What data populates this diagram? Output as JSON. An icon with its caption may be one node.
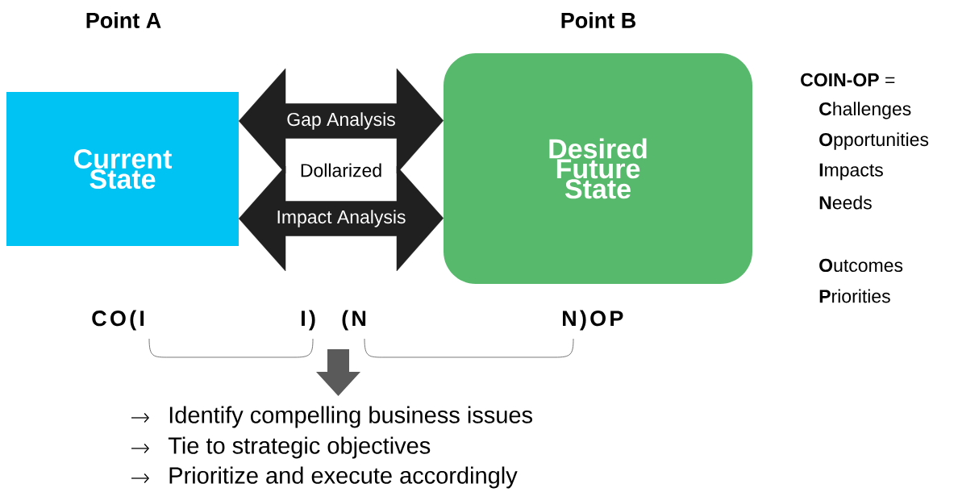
{
  "diagram": {
    "nodes": [
      {
        "text": [
          "Point A",
          "Current State"
        ]
      },
      {
        "text": [
          "Point B",
          "Desired Future State"
        ]
      }
    ],
    "edges": [
      {
        "from": 0,
        "to": 1,
        "arrow": "both",
        "label": "Gap Analysis",
        "style": "thick"
      },
      {
        "from": 0,
        "to": 1,
        "arrow": "both",
        "label": "Impact Analysis",
        "style": "thick"
      }
    ],
    "labels": [
      "Dollarized",
      "CO(I",
      "I)",
      "(N",
      "N)OP",
      "Identify compelling business issues",
      "Tie to strategic objectives",
      "Prioritize and execute accordingly",
      "**COIN-OP** =",
      "**C**hallenges",
      "**O**pportunities",
      "**I**mpacts",
      "**N**eeds",
      "**O**utcomes",
      "**P**riorities"
    ]
  }
}
